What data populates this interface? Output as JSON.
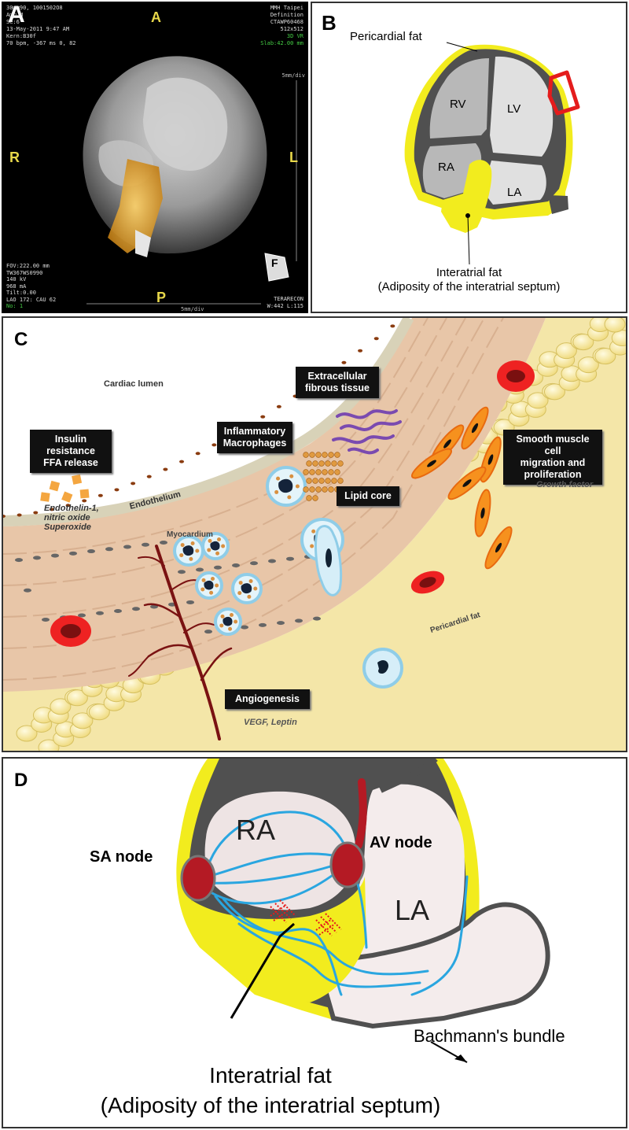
{
  "panelA": {
    "label": "A",
    "orient": {
      "top": "A",
      "bottom": "P",
      "left": "R",
      "right": "L"
    },
    "info_left_top": [
      "30□□90, 1001502O8",
      "A□□ M",
      "Se:6",
      "13-May-2011 9:47 AM",
      "Kern:B30f",
      "70 bpm, -367 ms 0, 82"
    ],
    "info_right_top": [
      "MMH Taipei",
      "Definition",
      "CTAWP60468",
      "512x512",
      "3D VR",
      "Slab:42.00 mm"
    ],
    "scale_right": "5mm/div",
    "scale_bottom": "5mm/div",
    "info_left_bottom": [
      "FOV:222.00 mm",
      "TW367WS0990",
      "140 kV",
      "968 mA",
      "Tilt:0.00",
      "LAO 172: CAU 62",
      "No: 1"
    ],
    "info_right_bottom": [
      "TERARECON",
      "W:442 L:115"
    ],
    "cube_letter": "F"
  },
  "panelB": {
    "label": "B",
    "pericardial": "Pericardial fat",
    "chambers": {
      "rv": "RV",
      "lv": "LV",
      "ra": "RA",
      "la": "LA"
    },
    "interatrial_1": "Interatrial fat",
    "interatrial_2": "(Adiposity of the interatrial septum)"
  },
  "panelC": {
    "label": "C",
    "cardiac_lumen": "Cardiac lumen",
    "insulin_box": [
      "Insulin",
      "resistance",
      "FFA release"
    ],
    "endothelin": [
      "Endothelin-1,",
      "nitric oxide",
      "Superoxide"
    ],
    "endothelium": "Endothelium",
    "inflammatory_box": [
      "Inflammatory",
      "Macrophages"
    ],
    "extracellular_box": [
      "Extracellular",
      "fibrous tissue"
    ],
    "lipid_core": "Lipid core",
    "smooth_box": [
      "Smooth muscle cell",
      "migration and",
      "proliferation"
    ],
    "growth_factor": "Growth factor",
    "myocardium": "Myocardium",
    "pericardial_fat": "Pericardial fat",
    "angiogenesis": "Angiogenesis",
    "vegf": "VEGF, Leptin"
  },
  "panelD": {
    "label": "D",
    "ra": "RA",
    "la": "LA",
    "sa_node": "SA node",
    "av_node": "AV node",
    "bachmann": "Bachmann's bundle",
    "interatrial_1": "Interatrial fat",
    "interatrial_2": "(Adiposity of the interatrial septum)"
  },
  "colors": {
    "fat": "#f2ec1e",
    "wall": "#505050",
    "red": "#e41c1c",
    "blue": "#2aa6e0",
    "node": "#b41a24"
  }
}
